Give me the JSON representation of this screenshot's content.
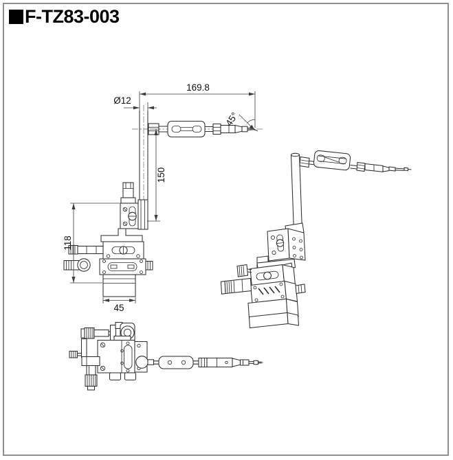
{
  "meta": {
    "background": "#ffffff",
    "frame_color": "#8d9093",
    "line_color": "#2e2e2e",
    "text_color": "#111111"
  },
  "header": {
    "marker_icon": "black-square",
    "title": "F-TZ83-003"
  },
  "drawing": {
    "views": [
      "front-orthographic-view",
      "isometric-view",
      "top-plan-view"
    ],
    "dimensions": {
      "arm_length": "169.8",
      "rod_diameter": "Ø12",
      "tip_angle": "45°",
      "rod_height": "150",
      "stage_height": "118",
      "base_width": "45"
    }
  }
}
